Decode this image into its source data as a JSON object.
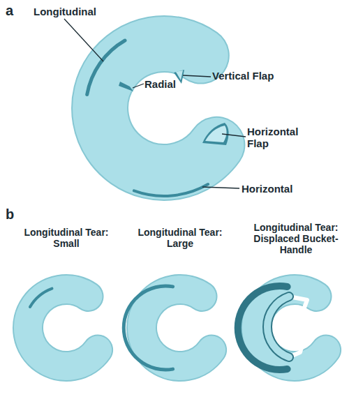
{
  "diagram": {
    "labels": [
      "a",
      "Longitudinal",
      "Radial",
      "Vertical Flap",
      "Horizontal Flap",
      "Horizontal",
      "b",
      "Longitudinal Tear: Small",
      "Longitudinal Tear: Large",
      "Longitudinal Tear: Displaced Bucket-Handle"
    ]
  }
}
